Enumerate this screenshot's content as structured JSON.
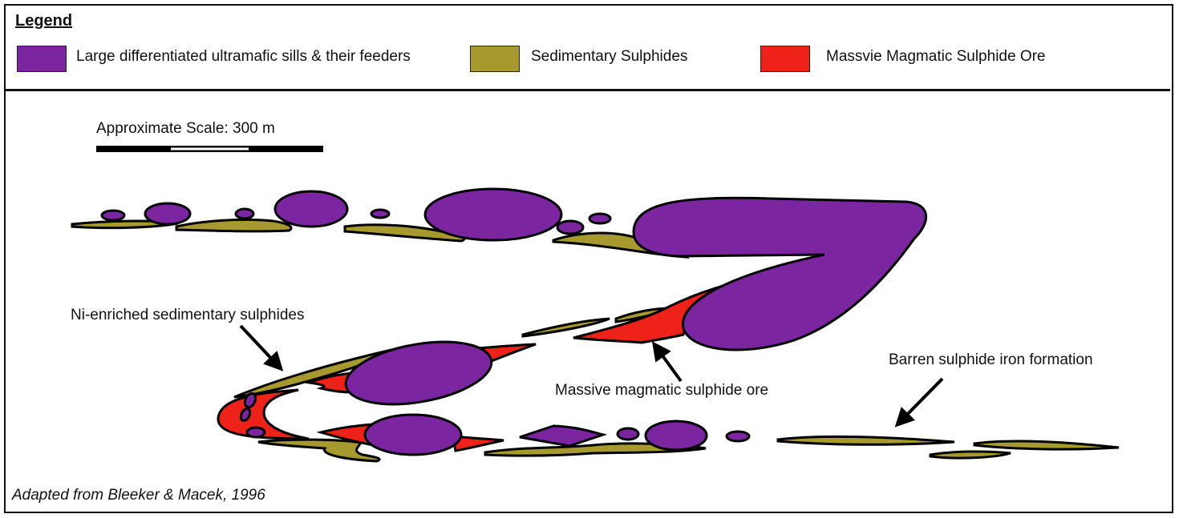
{
  "legend": {
    "title": "Legend",
    "items": [
      {
        "label": "Large differentiated ultramafic sills & their feeders",
        "color": "#7b25a1"
      },
      {
        "label": "Sedimentary Sulphides",
        "color": "#a69a2f"
      },
      {
        "label": "Massvie Magmatic Sulphide Ore",
        "color": "#ee2218"
      }
    ]
  },
  "scale": {
    "label": "Approximate Scale: 300 m"
  },
  "annotations": {
    "ni_enriched": "Ni-enriched sedimentary sulphides",
    "massive_ore": "Massive magmatic sulphide ore",
    "barren": "Barren sulphide iron formation"
  },
  "credit": "Adapted from Bleeker & Macek, 1996"
}
